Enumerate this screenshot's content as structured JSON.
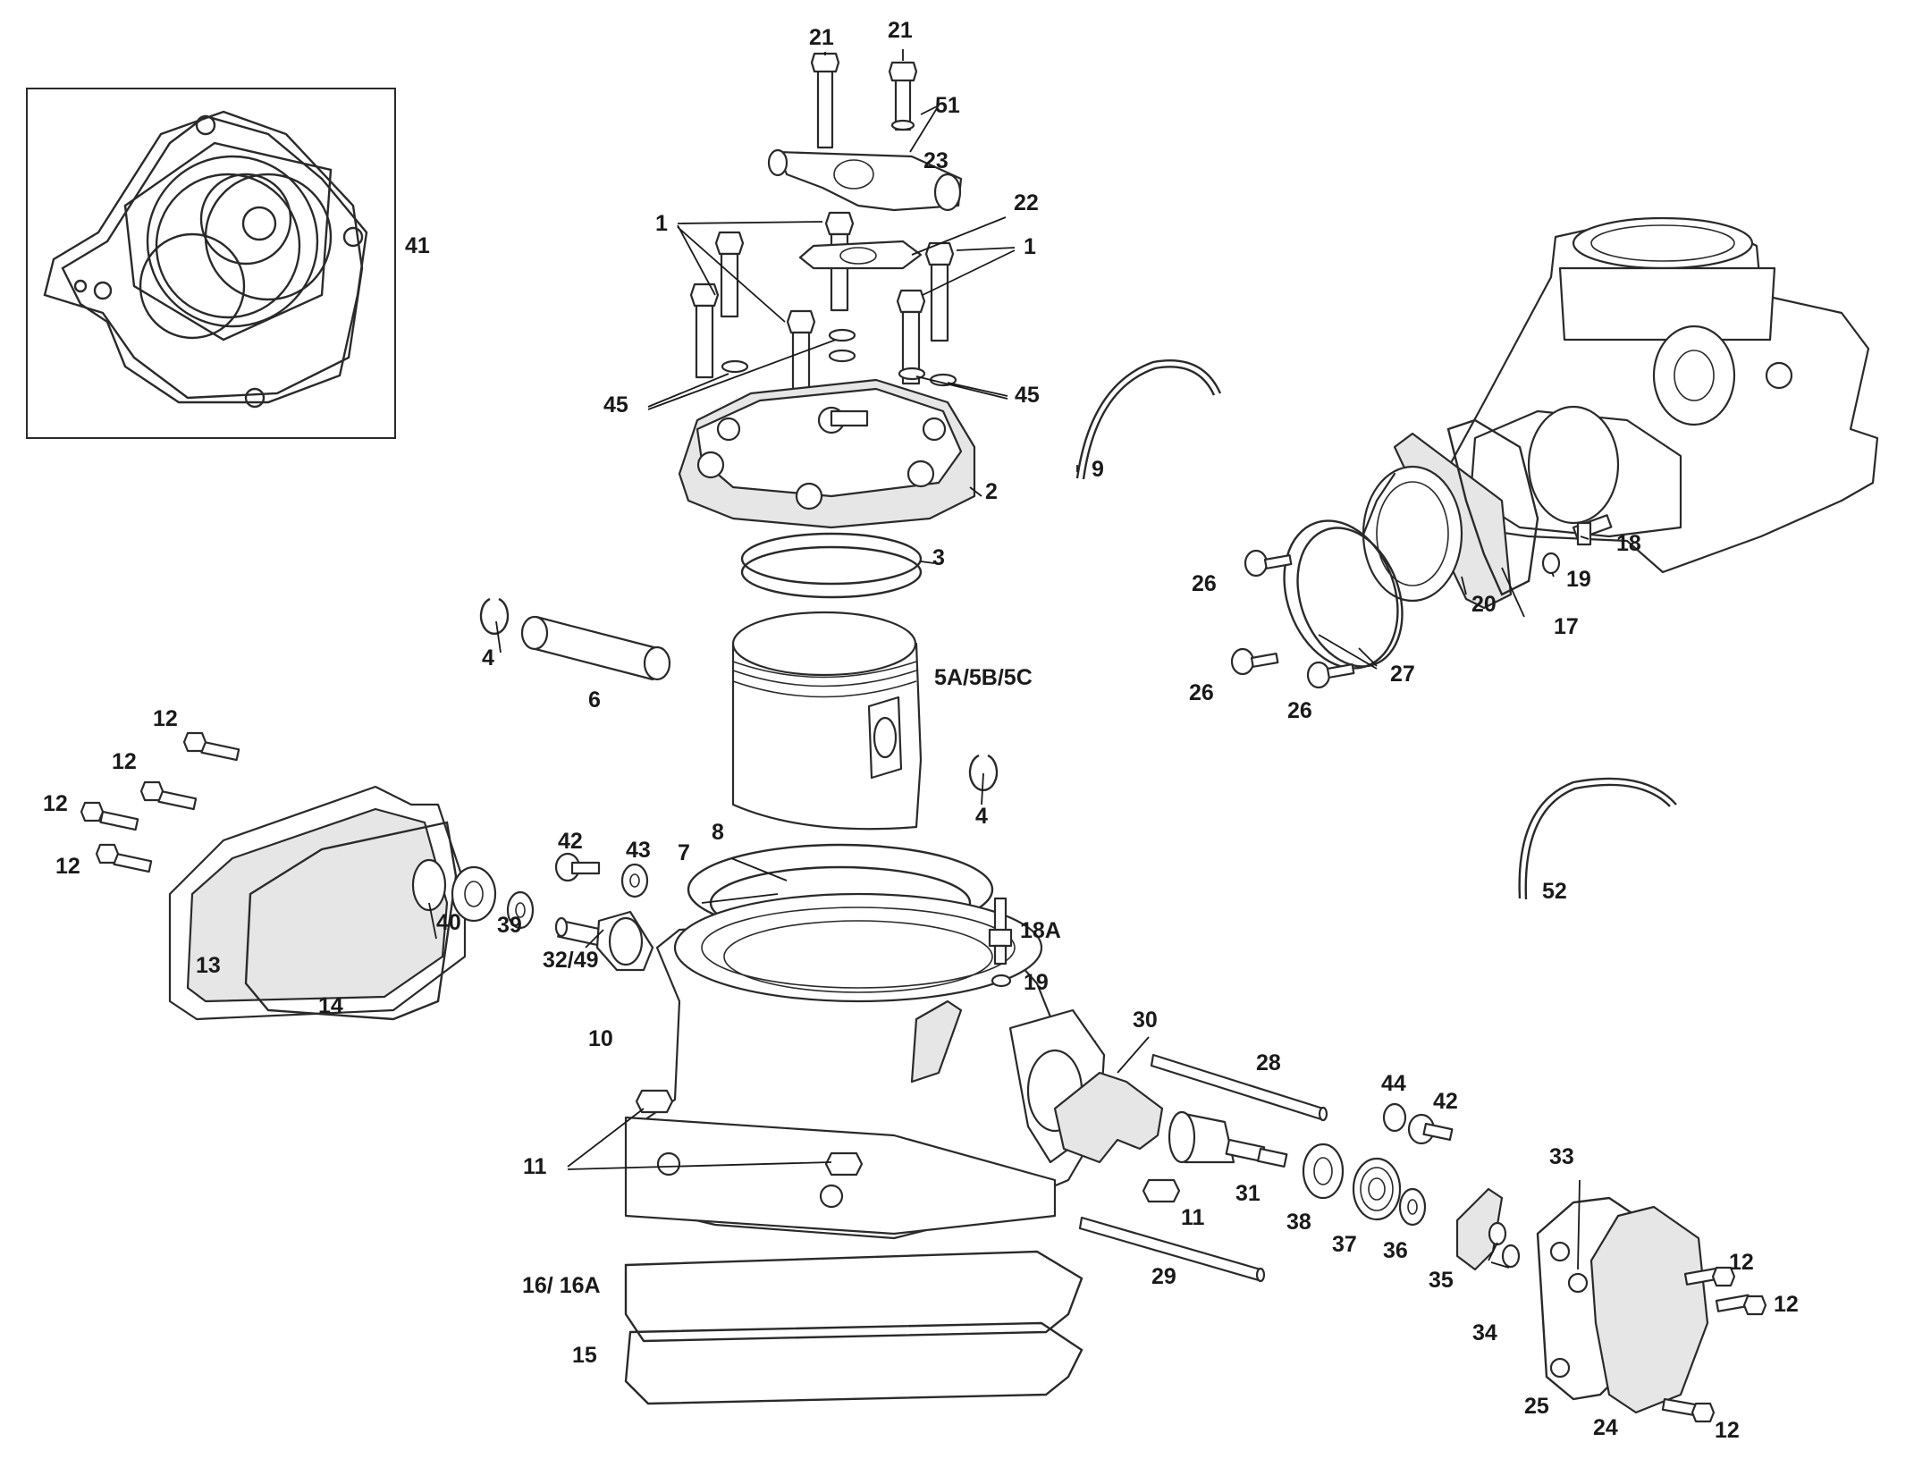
{
  "labels": [
    {
      "id": "l41",
      "text": "41"
    },
    {
      "id": "l21a",
      "text": "21"
    },
    {
      "id": "l21b",
      "text": "21"
    },
    {
      "id": "l51",
      "text": "51"
    },
    {
      "id": "l23",
      "text": "23"
    },
    {
      "id": "l22",
      "text": "22"
    },
    {
      "id": "l1a",
      "text": "1"
    },
    {
      "id": "l1b",
      "text": "1"
    },
    {
      "id": "l45a",
      "text": "45"
    },
    {
      "id": "l45b",
      "text": "45"
    },
    {
      "id": "l2",
      "text": "2"
    },
    {
      "id": "l3",
      "text": "3"
    },
    {
      "id": "l4a",
      "text": "4"
    },
    {
      "id": "l6",
      "text": "6"
    },
    {
      "id": "l5",
      "text": "5A/5B/5C"
    },
    {
      "id": "l4b",
      "text": "4"
    },
    {
      "id": "l9",
      "text": "9"
    },
    {
      "id": "l18",
      "text": "18"
    },
    {
      "id": "l19a",
      "text": "19"
    },
    {
      "id": "l20",
      "text": "20"
    },
    {
      "id": "l17",
      "text": "17"
    },
    {
      "id": "l26a",
      "text": "26"
    },
    {
      "id": "l26b",
      "text": "26"
    },
    {
      "id": "l26c",
      "text": "26"
    },
    {
      "id": "l27",
      "text": "27"
    },
    {
      "id": "l52",
      "text": "52"
    },
    {
      "id": "l12a",
      "text": "12"
    },
    {
      "id": "l12b",
      "text": "12"
    },
    {
      "id": "l12c",
      "text": "12"
    },
    {
      "id": "l12d",
      "text": "12"
    },
    {
      "id": "l13",
      "text": "13"
    },
    {
      "id": "l14",
      "text": "14"
    },
    {
      "id": "l40",
      "text": "40"
    },
    {
      "id": "l39",
      "text": "39"
    },
    {
      "id": "l42a",
      "text": "42"
    },
    {
      "id": "l43",
      "text": "43"
    },
    {
      "id": "l7",
      "text": "7"
    },
    {
      "id": "l8",
      "text": "8"
    },
    {
      "id": "l32",
      "text": "32/49"
    },
    {
      "id": "l18A",
      "text": "18A"
    },
    {
      "id": "l19b",
      "text": "19"
    },
    {
      "id": "l10",
      "text": "10"
    },
    {
      "id": "l30",
      "text": "30"
    },
    {
      "id": "l28",
      "text": "28"
    },
    {
      "id": "l44",
      "text": "44"
    },
    {
      "id": "l42b",
      "text": "42"
    },
    {
      "id": "l11a",
      "text": "11"
    },
    {
      "id": "l11b",
      "text": "11"
    },
    {
      "id": "l31",
      "text": "31"
    },
    {
      "id": "l38",
      "text": "38"
    },
    {
      "id": "l37",
      "text": "37"
    },
    {
      "id": "l36",
      "text": "36"
    },
    {
      "id": "l35",
      "text": "35"
    },
    {
      "id": "l33",
      "text": "33"
    },
    {
      "id": "l34",
      "text": "34"
    },
    {
      "id": "l29",
      "text": "29"
    },
    {
      "id": "l16",
      "text": "16/ 16A"
    },
    {
      "id": "l15",
      "text": "15"
    },
    {
      "id": "l25",
      "text": "25"
    },
    {
      "id": "l24",
      "text": "24"
    },
    {
      "id": "l12e",
      "text": "12"
    },
    {
      "id": "l12f",
      "text": "12"
    },
    {
      "id": "l12g",
      "text": "12"
    }
  ]
}
